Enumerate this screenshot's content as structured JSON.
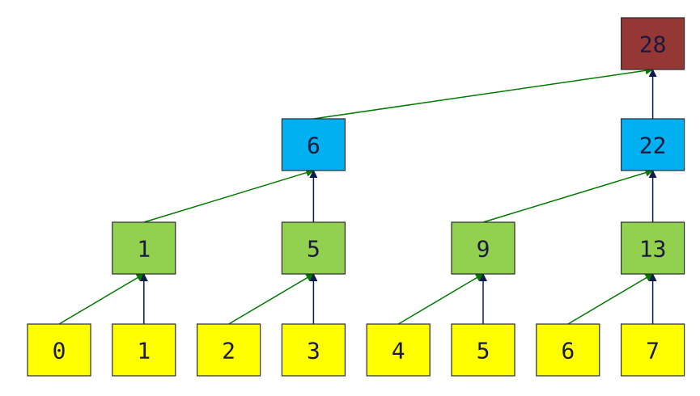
{
  "diagram": {
    "colors": {
      "leaf": "#ffff00",
      "level1": "#92d050",
      "level2": "#00b0f0",
      "root": "#953735",
      "edge_left": "#007a00",
      "edge_right": "#0d1a4f",
      "text": "#1a1a3e"
    },
    "levels": [
      {
        "name": "leaves",
        "color_key": "leaf",
        "values": [
          "0",
          "1",
          "2",
          "3",
          "4",
          "5",
          "6",
          "7"
        ]
      },
      {
        "name": "level1",
        "color_key": "level1",
        "values": [
          "1",
          "5",
          "9",
          "13"
        ]
      },
      {
        "name": "level2",
        "color_key": "level2",
        "values": [
          "6",
          "22"
        ]
      },
      {
        "name": "root",
        "color_key": "root",
        "values": [
          "28"
        ]
      }
    ],
    "edge_rule": "each parent aligned above its right child; left child edge is a diagonal green arrow, right child edge is a vertical dark-blue arrow"
  }
}
